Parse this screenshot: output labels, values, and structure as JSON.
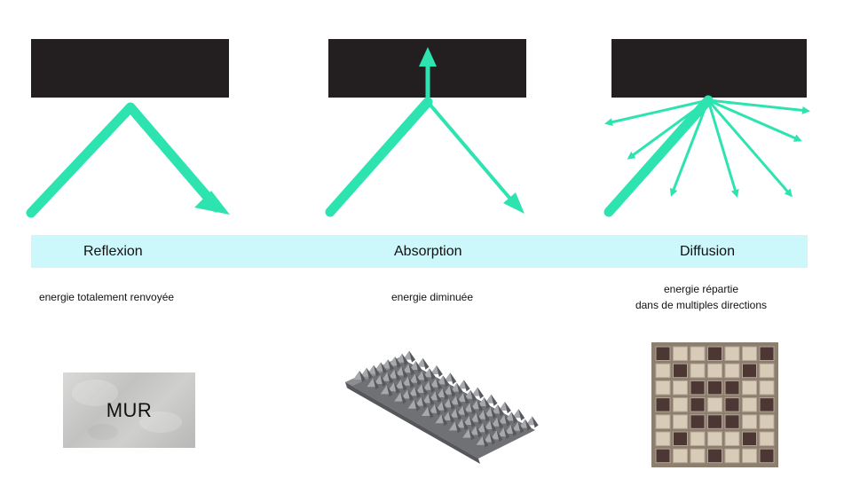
{
  "colors": {
    "ray": "#2de3b0",
    "wall": "#231f20",
    "band": "#ccf8fb",
    "diffuser_frame": "#8d7f70",
    "diffuser_dark": "#4c3734",
    "diffuser_light": "#d8cbb7",
    "foam": "#7b7d80"
  },
  "panels": [
    {
      "label": "Reflexion",
      "description": [
        "energie totalement renvoyée"
      ],
      "material": "MUR"
    },
    {
      "label": "Absorption",
      "description": [
        "energie diminuée"
      ],
      "material": ""
    },
    {
      "label": "Diffusion",
      "description": [
        "energie répartie",
        "dans de multiples directions"
      ],
      "material": ""
    }
  ],
  "icons": {
    "reflection": "arrow-reflection-icon",
    "absorption": "arrow-absorption-icon",
    "diffusion": "arrow-diffusion-icon",
    "concrete_wall": "concrete-wall-image",
    "foam_panel": "foam-panel-image",
    "diffuser_panel": "diffuser-panel-image"
  }
}
